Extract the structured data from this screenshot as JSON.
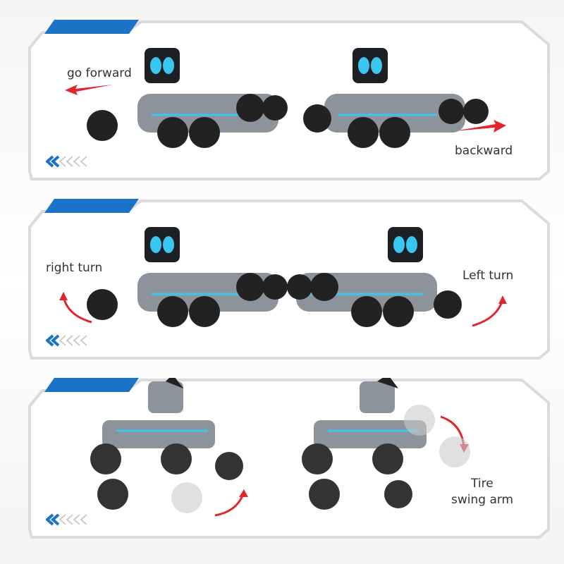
{
  "panels": [
    {
      "labels": [
        "go forward",
        "backward"
      ]
    },
    {
      "labels": [
        "right turn",
        "Left turn"
      ]
    },
    {
      "labels": [
        "Tire",
        "swing arm"
      ]
    }
  ],
  "colors": {
    "accent": "#1a73c4",
    "arrow": "#e0262b",
    "frame": "#d9dbde",
    "eye": "#39c6f0"
  },
  "icons": [
    "blue-tab",
    "chevrons-left-icon",
    "red-arrow-icon",
    "robot-dog-image"
  ]
}
